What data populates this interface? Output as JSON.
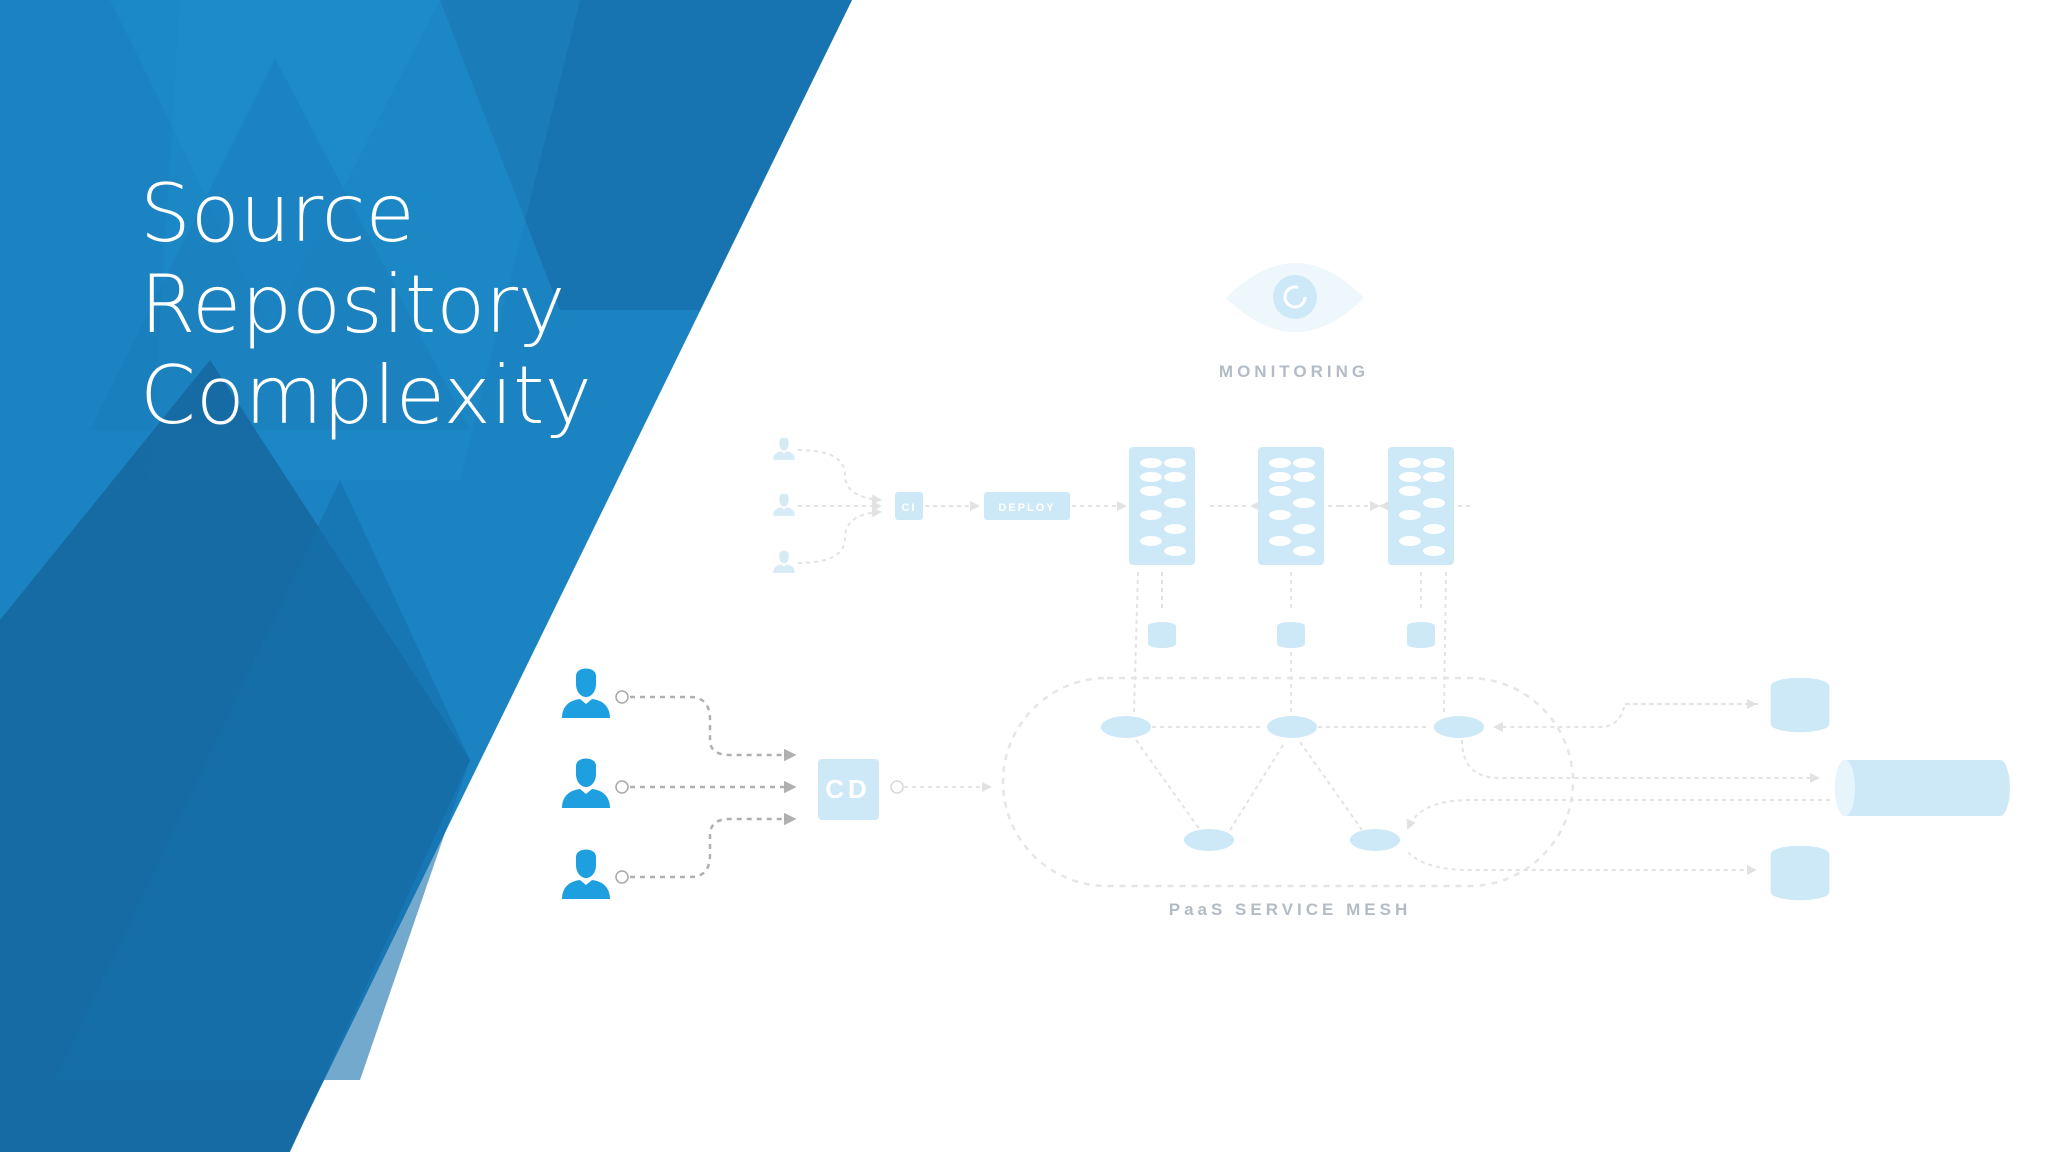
{
  "slide": {
    "title_lines": [
      "Source",
      "Repository",
      "Complexity"
    ]
  },
  "diagram": {
    "monitoring_label": "MONITORING",
    "ci_label": "CI",
    "deploy_label": "DEPLOY",
    "cd_label": "CD",
    "mesh_label": "PaaS SERVICE MESH"
  },
  "colors": {
    "panel_blue": "#1b83c1",
    "panel_dark": "#16679f",
    "user_icon": "#1e9fe0",
    "faded_node": "#cde9f7",
    "label_gray": "#a9b4be",
    "arrow_gray": "#b0b0b0"
  },
  "icons": [
    "user-icon",
    "eye-icon",
    "database-icon",
    "server-rack-icon",
    "pipe-icon"
  ]
}
